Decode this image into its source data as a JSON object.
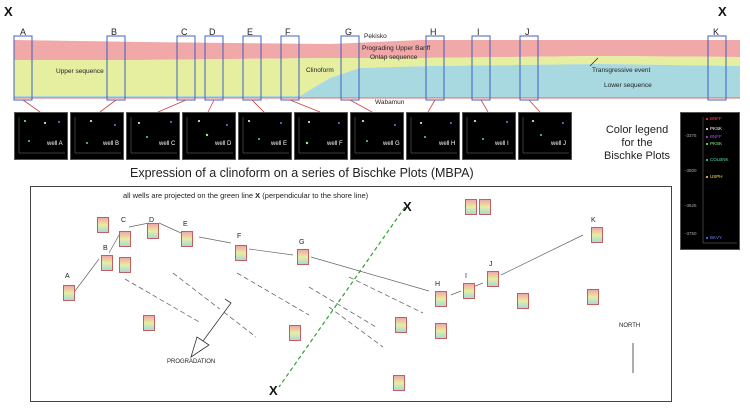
{
  "end_markers": {
    "left": "X",
    "right": "X"
  },
  "cross_section": {
    "wells": [
      "A",
      "B",
      "C",
      "D",
      "E",
      "F",
      "G",
      "H",
      "I",
      "J",
      "K"
    ],
    "labels": {
      "pekisko": "Pekisko",
      "prograding": "Prograding Upper Banff",
      "onlap": "Onlap sequence",
      "upper_sequence": "Upper sequence",
      "clinoform": "Clinoform",
      "transgressive": "Transgressive event",
      "lower_sequence": "Lower sequence",
      "wabamun": "Wabamun"
    },
    "colors": {
      "pekisko": "#f0a8a8",
      "upper": "#e6eea0",
      "lower": "#a8d8e0"
    }
  },
  "bischke_panels": [
    "well A",
    "well B",
    "well C",
    "well D",
    "well E",
    "well F",
    "well G",
    "well H",
    "well I",
    "well J"
  ],
  "legend": {
    "title_lines": [
      "Color legend",
      "for the",
      "Bischke Plots"
    ],
    "entries": [
      {
        "label": "BNFF",
        "color": "#ff4060"
      },
      {
        "label": "PKSK",
        "color": "#ffffff"
      },
      {
        "label": "BNFF",
        "color": "#c040ff"
      },
      {
        "label": "PKSK",
        "color": "#80ff80"
      },
      {
        "label": "COLBNK",
        "color": "#40e0c0"
      },
      {
        "label": "USPH",
        "color": "#ffe060"
      },
      {
        "label": "BKVY",
        "color": "#6080ff"
      }
    ],
    "ticks": [
      "-3375",
      "-3500",
      "-3625",
      "-3750"
    ]
  },
  "main_title": "Expression of a clinoform on a series of Bischke Plots (MBPA)",
  "map": {
    "note_prefix": "all wells are projected on the green line ",
    "note_x": "X",
    "note_suffix": " (perpendicular to the shore line)",
    "line_top_label": "X",
    "line_bottom_label": "X",
    "wells": [
      "A",
      "B",
      "C",
      "D",
      "E",
      "F",
      "G",
      "H",
      "I",
      "J",
      "K"
    ],
    "progradation": "PROGRADATION",
    "north": "NORTH"
  }
}
